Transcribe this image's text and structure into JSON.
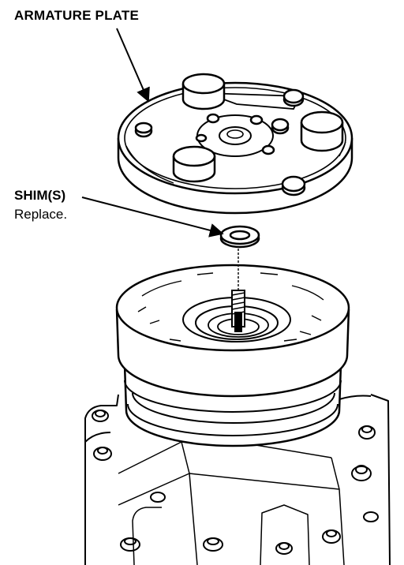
{
  "labels": {
    "armature_plate": "ARMATURE PLATE",
    "shim": "SHIM(S)",
    "shim_note": "Replace."
  },
  "colors": {
    "ink": "#000000",
    "paper": "#ffffff"
  }
}
